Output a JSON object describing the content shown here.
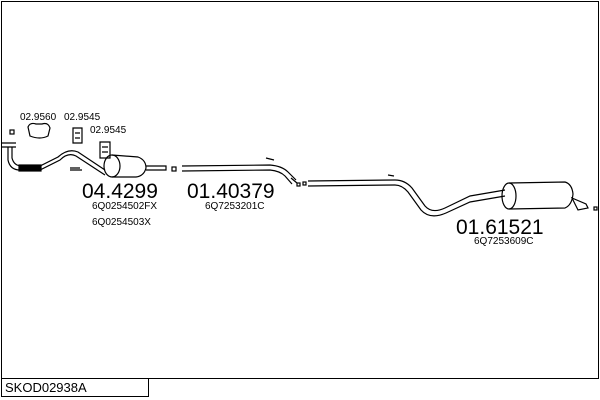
{
  "diagram_code": "SKOD02938A",
  "parts": [
    {
      "number": "02.9560",
      "type": "clamp"
    },
    {
      "number": "02.9545",
      "type": "rubber-mount"
    },
    {
      "number": "02.9545",
      "type": "rubber-mount"
    },
    {
      "number": "04.4299",
      "type": "front-pipe-catalyst",
      "oem": [
        "6Q0254502FX",
        "6Q0254503X"
      ]
    },
    {
      "number": "01.40379",
      "type": "middle-pipe",
      "oem": [
        "6Q7253201C"
      ]
    },
    {
      "number": "01.61521",
      "type": "rear-silencer",
      "oem": [
        "6Q7253609C"
      ]
    }
  ]
}
